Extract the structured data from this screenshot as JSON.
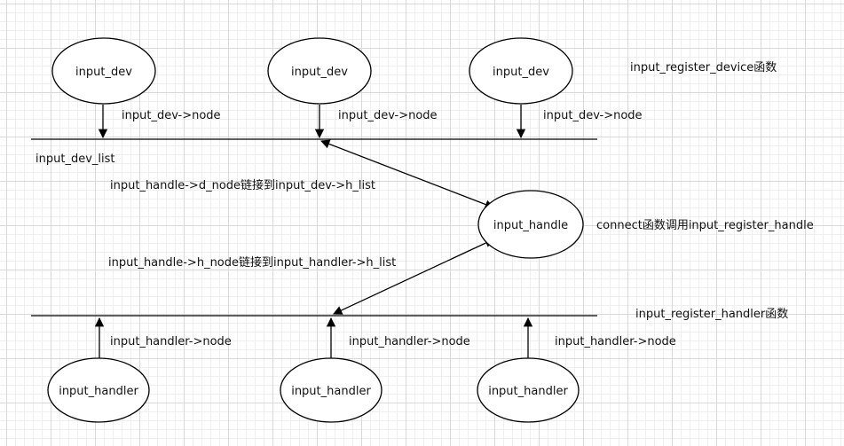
{
  "nodes": {
    "dev_1": "input_dev",
    "dev_2": "input_dev",
    "dev_3": "input_dev",
    "handle": "input_handle",
    "handler_1": "input_handler",
    "handler_2": "input_handler",
    "handler_3": "input_handler"
  },
  "labels": {
    "register_device": "input_register_device函数",
    "dev_node_1": "input_dev->node",
    "dev_node_2": "input_dev->node",
    "dev_node_3": "input_dev->node",
    "dev_list": "input_dev_list",
    "d_node_link": "input_handle->d_node链接到input_dev->h_list",
    "connect": "connect函数调用input_register_handle",
    "h_node_link": "input_handle->h_node链接到input_handler->h_list",
    "register_handler": "input_register_handler函数",
    "handler_node_1": "input_handler->node",
    "handler_node_2": "input_handler->node",
    "handler_node_3": "input_handler->node"
  }
}
